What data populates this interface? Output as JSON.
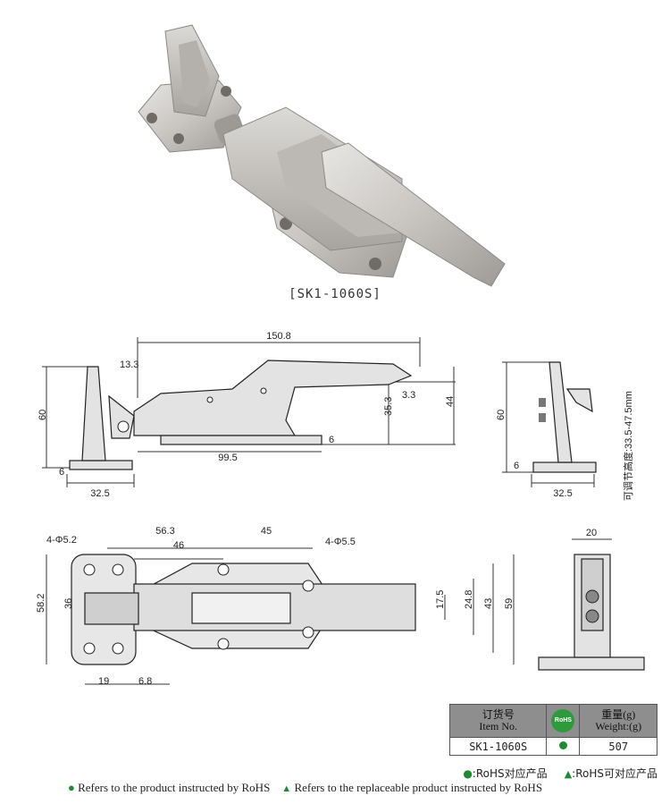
{
  "product_caption": "[SK1-1060S]",
  "side_view": {
    "dims": {
      "overall_length": "150.8",
      "offset": "13.3",
      "height_total": "60",
      "base_thickness": "6",
      "base_width": "32.5",
      "lever_length": "99.5",
      "handle_height": "35.3",
      "overall_height": "44",
      "tip": "3.3",
      "strike_thickness": "6"
    }
  },
  "end_view": {
    "dims": {
      "height_total": "60",
      "base_thickness": "6",
      "base_width": "32.5"
    },
    "adjust_note": "可调节高度:33.5-47.5mm"
  },
  "top_view": {
    "dims": {
      "hole_label_left": "4-Φ5.2",
      "hole_label_right": "4-Φ5.5",
      "span_a": "56.3",
      "span_b": "45",
      "span_c": "46",
      "plate_height": "58.2",
      "hole_spacing": "36",
      "inner_width": "17.5",
      "handle_width": "24.8",
      "body_width": "43",
      "overall_width": "59",
      "bottom_a": "19",
      "bottom_b": "6.8"
    }
  },
  "small_view": {
    "dims": {
      "width": "20"
    }
  },
  "spec_table": {
    "col1_cn": "订货号",
    "col1_en": "Item No.",
    "rohs_badge": "RoHS",
    "col3_cn": "重量(g)",
    "col3_en": "Weight:(g)",
    "item_no": "SK1-1060S",
    "weight": "507"
  },
  "legend": {
    "cn_rohs": ":RoHS对应产品",
    "cn_replace": ":RoHS可对应产品",
    "en_rohs": "Refers to the product instructed by RoHS",
    "en_replace": "Refers to the replaceable product instructed by RoHS"
  },
  "colors": {
    "rohs_green": "#1d8b33",
    "table_header": "#8e8e8e",
    "metal": "#c9c6c2"
  }
}
